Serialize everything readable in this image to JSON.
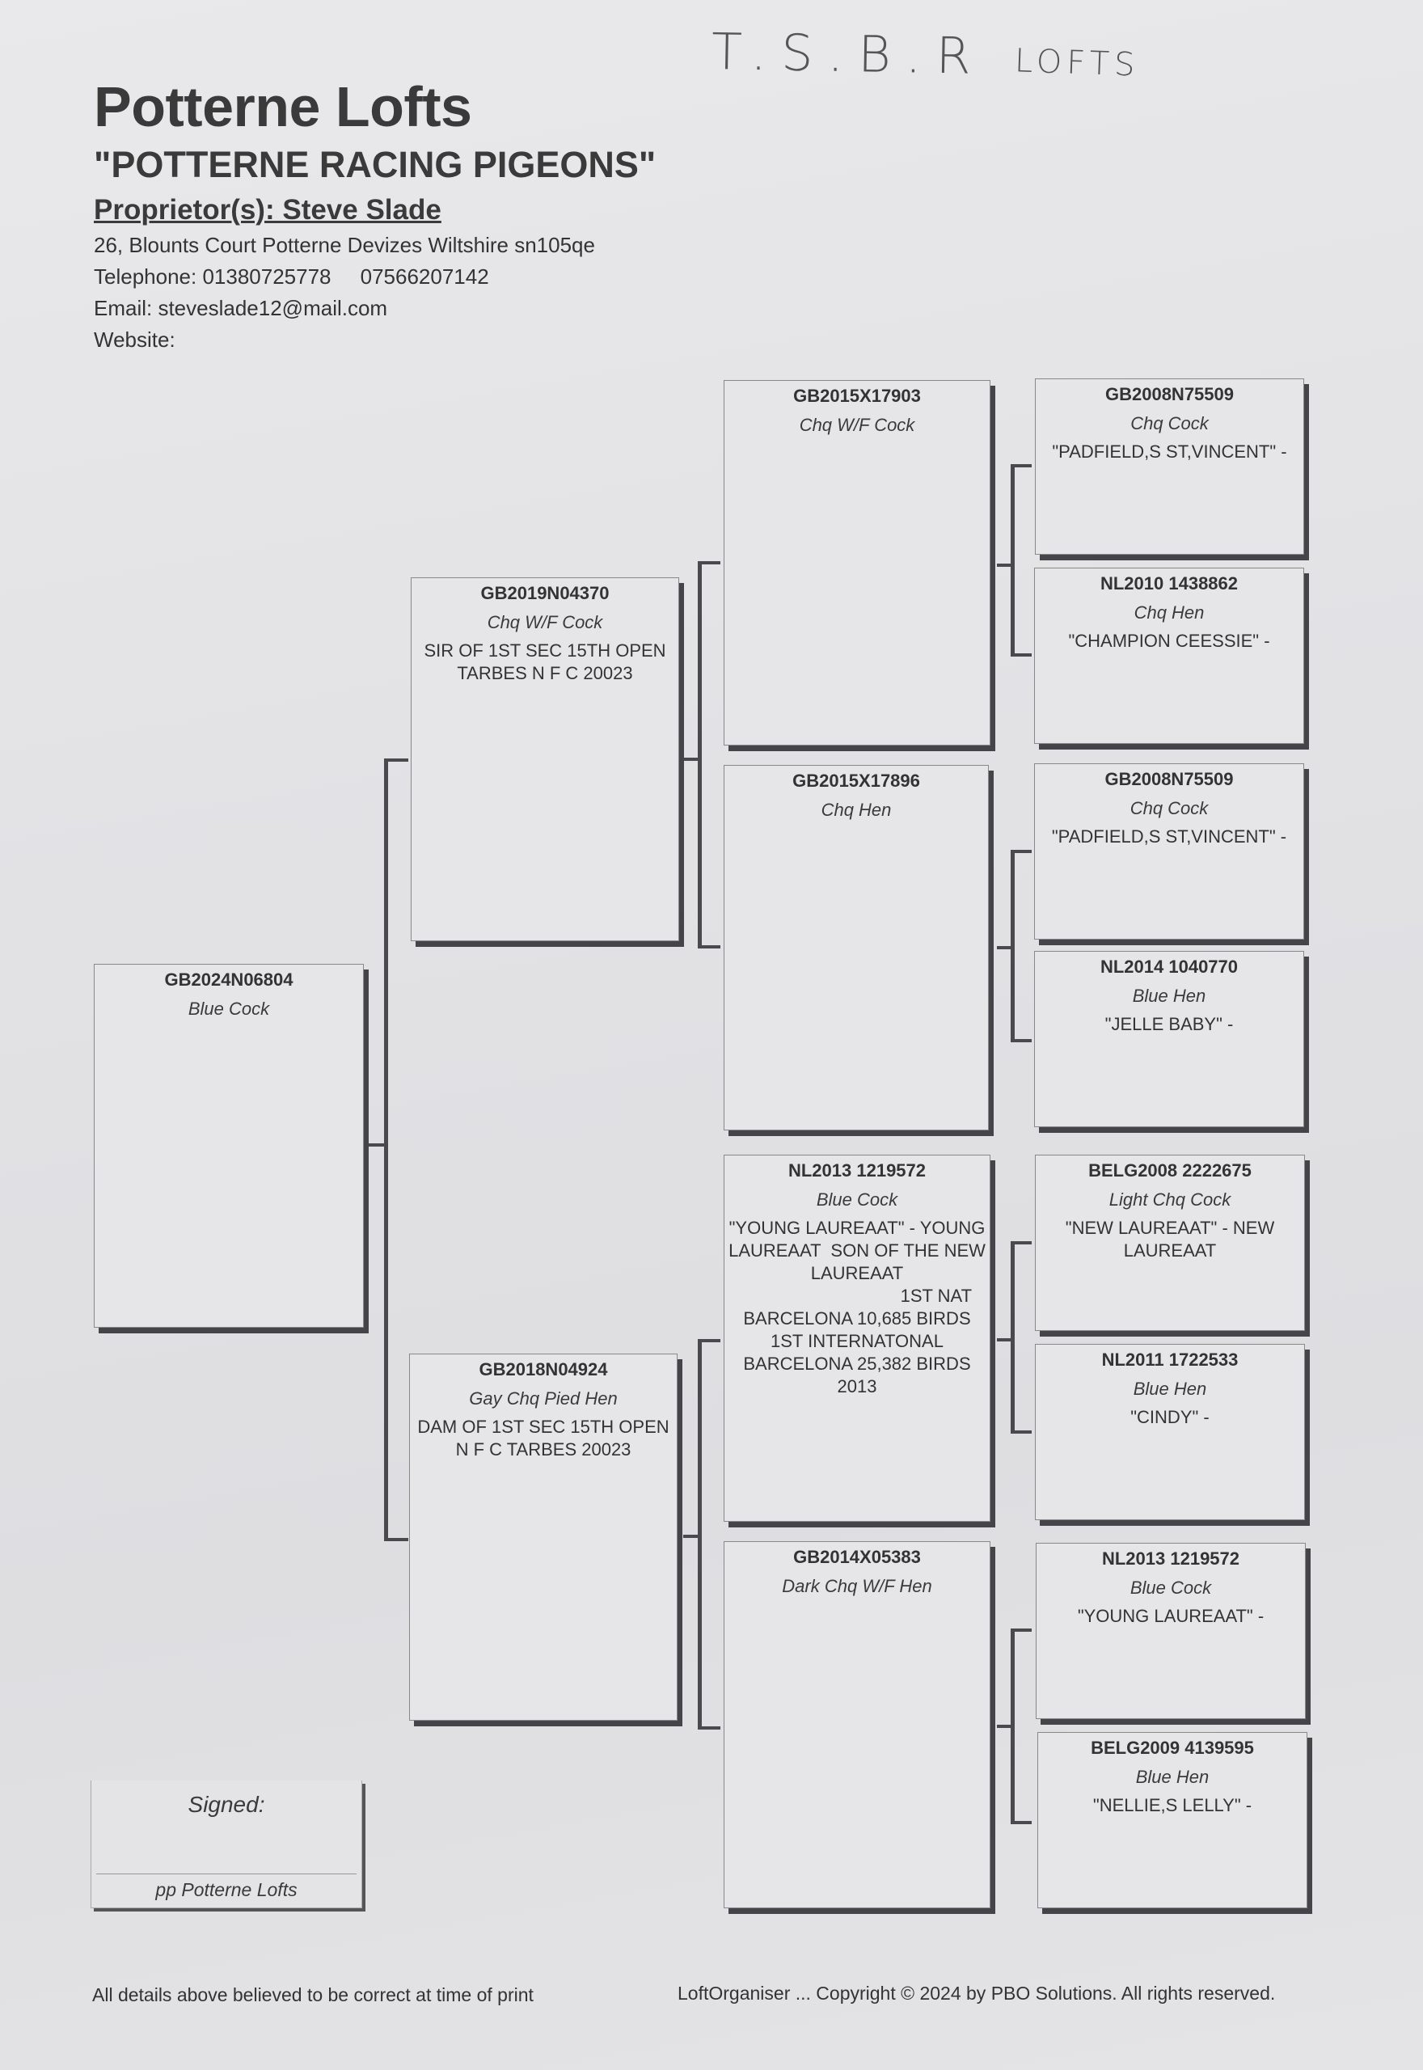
{
  "handwritten_note": {
    "line1": "T.S.B.R",
    "line2": "LOFTS"
  },
  "header": {
    "title": "Potterne Lofts",
    "subtitle": "\"POTTERNE RACING PIGEONS\"",
    "proprietor": "Proprietor(s): Steve Slade",
    "address": "26, Blounts Court Potterne Devizes  Wiltshire sn105qe",
    "telephone": "Telephone: 01380725778     07566207142",
    "email": "Email: steveslade12@mail.com",
    "website": "Website:"
  },
  "pedigree": {
    "subject": {
      "ring": "GB2024N06804",
      "description": "Blue Cock",
      "notes": ""
    },
    "sire": {
      "ring": "GB2019N04370",
      "description": "Chq W/F Cock",
      "notes": "SIR OF 1ST SEC 15TH OPEN TARBES N F C 20023"
    },
    "dam": {
      "ring": "GB2018N04924",
      "description": "Gay Chq Pied Hen",
      "notes": "DAM OF 1ST SEC 15TH OPEN N F C TARBES 20023"
    },
    "sire_sire": {
      "ring": "GB2015X17903",
      "description": "Chq W/F Cock",
      "notes": ""
    },
    "sire_dam": {
      "ring": "GB2015X17896",
      "description": "Chq Hen",
      "notes": ""
    },
    "dam_sire": {
      "ring": "NL2013 1219572",
      "description": "Blue Cock",
      "notes": "\"YOUNG LAUREAAT\" - YOUNG LAUREAAT  SON OF THE NEW\nLAUREAAT\n                                1ST NAT BARCELONA 10,685 BIRDS              1ST INTERNATONAL BARCELONA 25,382 BIRDS 2013"
    },
    "dam_dam": {
      "ring": "GB2014X05383",
      "description": "Dark Chq W/F Hen",
      "notes": ""
    },
    "gen3": [
      {
        "ring": "GB2008N75509",
        "description": "Chq Cock",
        "notes": "\"PADFIELD,S ST,VINCENT\" -"
      },
      {
        "ring": "NL2010 1438862",
        "description": "Chq Hen",
        "notes": "\"CHAMPION CEESSIE\" -"
      },
      {
        "ring": "GB2008N75509",
        "description": "Chq Cock",
        "notes": "\"PADFIELD,S ST,VINCENT\" -"
      },
      {
        "ring": "NL2014 1040770",
        "description": "Blue Hen",
        "notes": "\"JELLE BABY\" -"
      },
      {
        "ring": "BELG2008 2222675",
        "description": "Light Chq Cock",
        "notes": "\"NEW LAUREAAT\" - NEW LAUREAAT"
      },
      {
        "ring": "NL2011 1722533",
        "description": "Blue Hen",
        "notes": "\"CINDY\" -"
      },
      {
        "ring": "NL2013 1219572",
        "description": "Blue Cock",
        "notes": "\"YOUNG LAUREAAT\" -"
      },
      {
        "ring": "BELG2009 4139595",
        "description": "Blue Hen",
        "notes": "\"NELLIE,S LELLY\" -"
      }
    ]
  },
  "signature": {
    "label": "Signed:",
    "pp": "pp Potterne Lofts"
  },
  "footer": {
    "disclaimer": "All details above believed to be correct at time of print",
    "copyright": "LoftOrganiser ... Copyright © 2024 by PBO Solutions. All rights reserved."
  }
}
